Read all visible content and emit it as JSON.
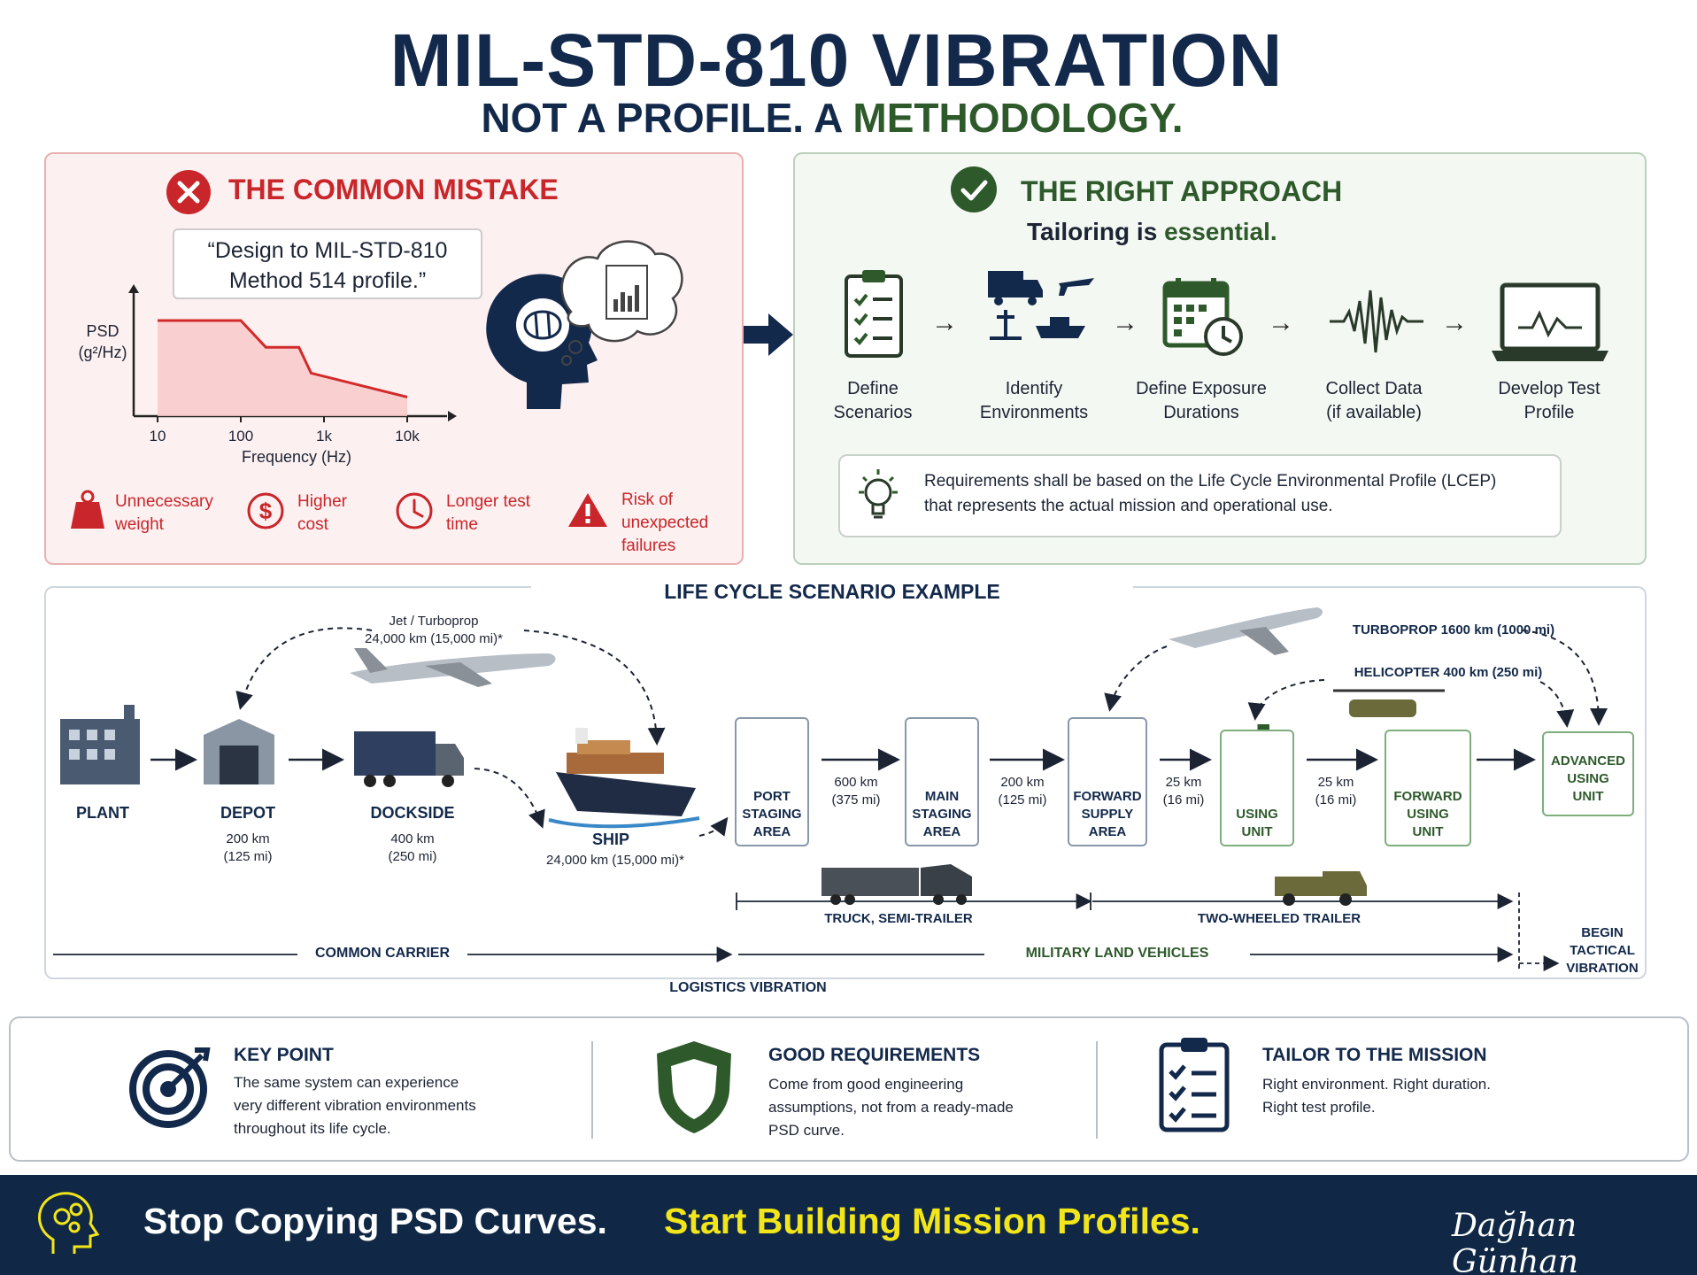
{
  "header": {
    "title": "MIL-STD-810 VIBRATION",
    "subtitle_plain": "NOT A PROFILE. A ",
    "subtitle_accent": "METHODOLOGY."
  },
  "mistake": {
    "heading": "THE COMMON MISTAKE",
    "quote_line1": "“Design to MIL-STD-810",
    "quote_line2": "Method 514 profile.”",
    "chart_ylabel_1": "PSD",
    "chart_ylabel_2": "(g²/Hz)",
    "chart_xlabel": "Frequency (Hz)",
    "impacts": [
      {
        "icon": "weight-icon",
        "line1": "Unnecessary",
        "line2": "weight",
        "line3": ""
      },
      {
        "icon": "dollar-icon",
        "line1": "Higher",
        "line2": "cost",
        "line3": ""
      },
      {
        "icon": "clock-icon",
        "line1": "Longer test",
        "line2": "time",
        "line3": ""
      },
      {
        "icon": "warning-icon",
        "line1": "Risk of",
        "line2": "unexpected",
        "line3": "failures"
      }
    ]
  },
  "chart_data": {
    "type": "line",
    "x_scale": "log",
    "x": [
      10,
      100,
      200,
      500,
      700,
      10000
    ],
    "values": [
      1,
      1,
      0.72,
      0.72,
      0.45,
      0.2
    ],
    "xticks": [
      "10",
      "100",
      "1k",
      "10k"
    ],
    "xlabel": "Frequency (Hz)",
    "ylabel": "PSD (g²/Hz)",
    "xlim": [
      10,
      10000
    ],
    "ylim": [
      0,
      1.2
    ],
    "grid": false
  },
  "approach": {
    "heading": "THE RIGHT APPROACH",
    "tagline_plain": "Tailoring is ",
    "tagline_accent": "essential.",
    "steps": [
      {
        "icon": "clipboard-checklist-icon",
        "line1": "Define",
        "line2": "Scenarios"
      },
      {
        "icon": "truck-plane-ship-icon",
        "line1": "Identify",
        "line2": "Environments"
      },
      {
        "icon": "calendar-clock-icon",
        "line1": "Define Exposure",
        "line2": "Durations"
      },
      {
        "icon": "waveform-icon",
        "line1": "Collect Data",
        "line2": "(if available)"
      },
      {
        "icon": "laptop-chart-icon",
        "line1": "Develop Test",
        "line2": "Profile"
      }
    ],
    "lcep_line1": "Requirements shall be based on the Life Cycle Environmental Profile (LCEP)",
    "lcep_line2": "that represents the actual mission and operational use."
  },
  "lifecycle": {
    "title": "LIFE CYCLE SCENARIO EXAMPLE",
    "jet_label_1": "Jet / Turboprop",
    "jet_label_2": "24,000 km (15,000 mi)*",
    "plant": "PLANT",
    "depot": "DEPOT",
    "depot_sub_1": "200 km",
    "depot_sub_2": "(125 mi)",
    "dockside": "DOCKSIDE",
    "dockside_sub_1": "400 km",
    "dockside_sub_2": "(250 mi)",
    "ship": "SHIP",
    "ship_sub": "24,000 km (15,000 mi)*",
    "port_1": "PORT",
    "port_2": "STAGING",
    "port_3": "AREA",
    "seg1_1": "600 km",
    "seg1_2": "(375 mi)",
    "main_1": "MAIN",
    "main_2": "STAGING",
    "main_3": "AREA",
    "seg2_1": "200 km",
    "seg2_2": "(125 mi)",
    "fwd_1": "FORWARD",
    "fwd_2": "SUPPLY",
    "fwd_3": "AREA",
    "seg3_1": "25 km",
    "seg3_2": "(16 mi)",
    "using_1": "USING",
    "using_2": "UNIT",
    "seg4_1": "25 km",
    "seg4_2": "(16 mi)",
    "fwdunit_1": "FORWARD",
    "fwdunit_2": "USING",
    "fwdunit_3": "UNIT",
    "adv_1": "ADVANCED",
    "adv_2": "USING",
    "adv_3": "UNIT",
    "turboprop": "TURBOPROP 1600 km (1000 mi)",
    "helicopter": "HELICOPTER 400 km (250 mi)",
    "truck_bar": "TRUCK, SEMI-TRAILER",
    "trailer_bar": "TWO-WHEELED TRAILER",
    "common_carrier": "COMMON CARRIER",
    "military": "MILITARY LAND VEHICLES",
    "logistics": "LOGISTICS VIBRATION",
    "tactical_1": "BEGIN",
    "tactical_2": "TACTICAL",
    "tactical_3": "VIBRATION"
  },
  "bottom": [
    {
      "icon": "target-icon",
      "heading": "KEY POINT",
      "line1": "The same system can experience",
      "line2": "very different vibration environments",
      "line3": "throughout its life cycle."
    },
    {
      "icon": "shield-icon",
      "heading": "GOOD REQUIREMENTS",
      "line1": "Come from good engineering",
      "line2": "assumptions, not from a ready-made",
      "line3": "PSD curve."
    },
    {
      "icon": "checklist-icon",
      "heading": "TAILOR TO THE MISSION",
      "line1": "Right environment. Right duration.",
      "line2": "Right test profile.",
      "line3": ""
    }
  ],
  "footer": {
    "plain": "Stop Copying PSD Curves.",
    "accent": "Start Building Mission Profiles.",
    "signature": "Dağhan Günhan"
  },
  "colors": {
    "navy": "#13294b",
    "green": "#2e5a2b",
    "red": "#c8262a",
    "footer_bg": "#102845",
    "footer_accent": "#f2e61a"
  }
}
